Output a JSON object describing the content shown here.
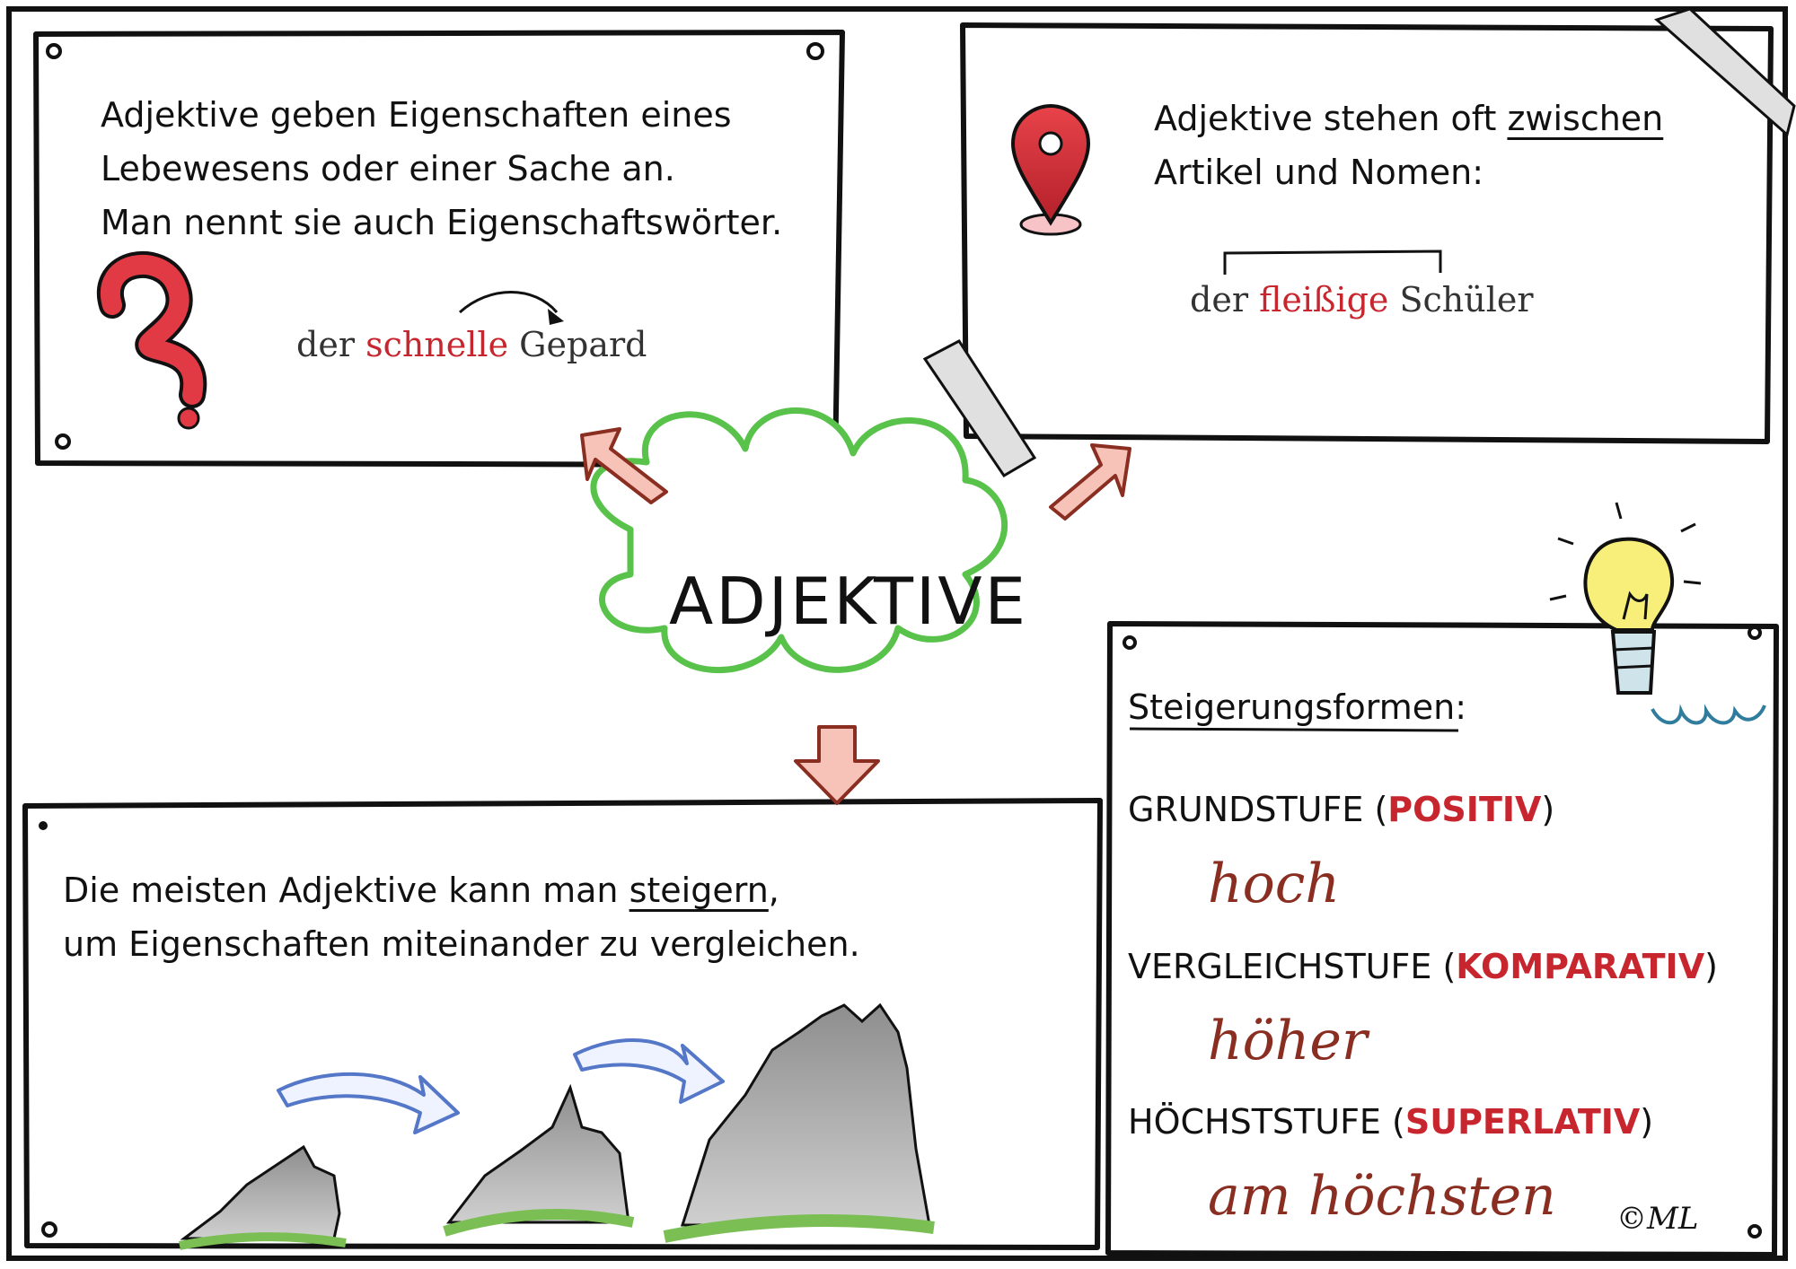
{
  "box_top_left": {
    "lines": [
      "Adjektive geben Eigenschaften eines",
      "Lebewesens oder einer Sache an.",
      "Man nennt sie auch Eigenschaftswörter."
    ],
    "example": {
      "pre": "der ",
      "adj": "schnelle",
      "post": " Gepard"
    }
  },
  "box_top_right": {
    "line1_pre": "Adjektive stehen oft ",
    "line1_underlined": "zwischen",
    "line2": "Artikel und Nomen:",
    "example": {
      "pre": "der ",
      "adj": "fleißige",
      "post": " Schüler"
    }
  },
  "center": {
    "title": "ADJEKTIVE"
  },
  "box_bottom_left": {
    "line1_pre": "Die meisten Adjektive kann man ",
    "line1_underlined": "steigern",
    "line1_post": ",",
    "line2": "um Eigenschaften miteinander zu vergleichen."
  },
  "box_bottom_right": {
    "heading": "Steigerungsformen",
    "heading_colon": ":",
    "levels": [
      {
        "label": "GRUNDSTUFE",
        "term": "POSITIV",
        "example": "hoch"
      },
      {
        "label": "VERGLEICHSTUFE",
        "term": "KOMPARATIV",
        "example": "höher"
      },
      {
        "label": "HÖCHSTSTUFE",
        "term": "SUPERLATIV",
        "example": "am höchsten"
      }
    ]
  },
  "copyright": {
    "symbol": "©",
    "initials": "ML"
  },
  "colors": {
    "accent_red": "#c8262e",
    "cloud_green": "#58c24a",
    "arrow_fill": "#f7c3b8",
    "arrow_blue": "#5577c8",
    "bulb_yellow": "#f2e04a"
  }
}
